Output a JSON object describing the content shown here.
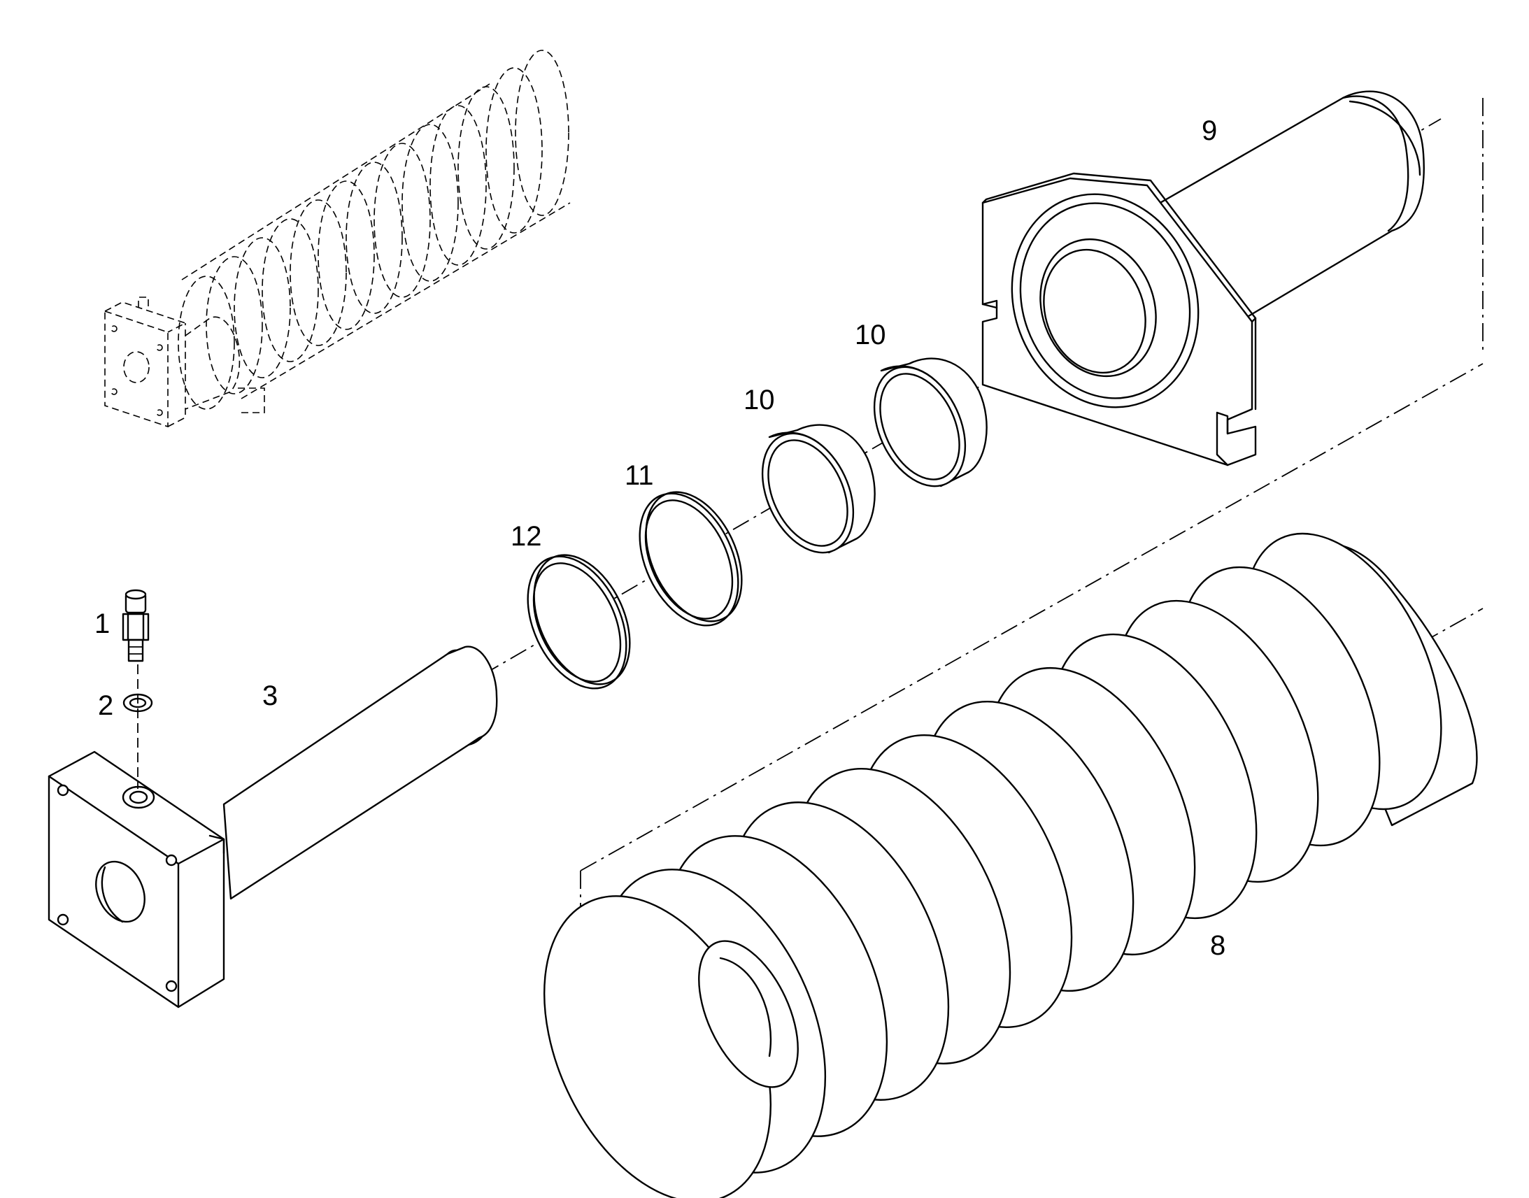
{
  "callouts": {
    "grease_fitting": "1",
    "washer": "2",
    "cylinder": "3",
    "spring": "8",
    "rod": "9",
    "ring_a": "10",
    "ring_b": "10",
    "seal_11": "11",
    "seal_12": "12"
  }
}
